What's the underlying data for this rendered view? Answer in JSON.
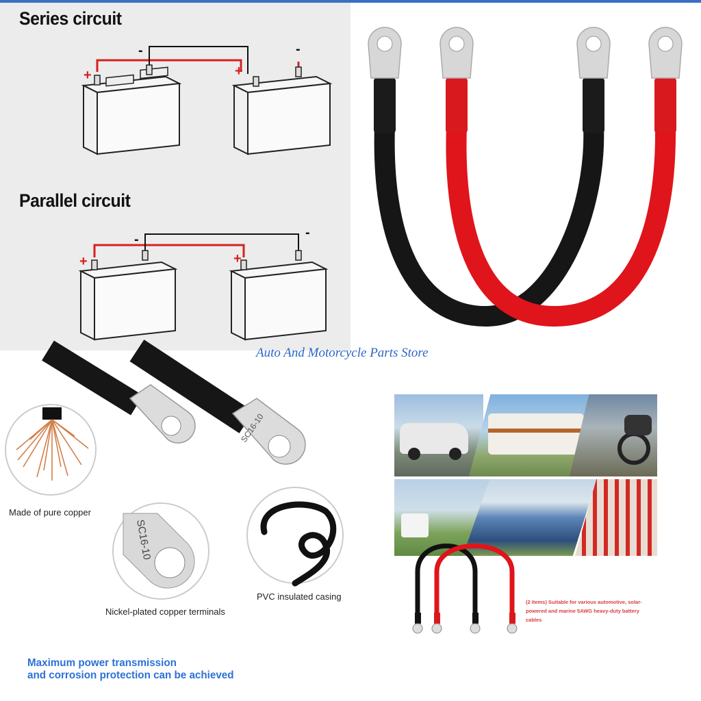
{
  "diagram": {
    "series_title": "Series circuit",
    "parallel_title": "Parallel circuit",
    "plus_sign": "+",
    "minus_sign": "-"
  },
  "store_name": "Auto And Motorcycle Parts Store",
  "features": {
    "copper_label": "Made of pure copper",
    "terminal_label": "Nickel-plated copper terminals",
    "casing_label": "PVC insulated casing",
    "terminal_code": "SC16-10"
  },
  "footer": {
    "line1": "Maximum power transmission",
    "line2": "and corrosion protection can be achieved"
  },
  "applications": {
    "note": "(2 Items) Suitable for various automotive, solar-powered and marine 5AWG heavy-duty battery cables"
  },
  "colors": {
    "accent_blue": "#2b72d6",
    "cable_red": "#e0141b",
    "cable_black": "#111111",
    "wire_red": "#d62020"
  }
}
